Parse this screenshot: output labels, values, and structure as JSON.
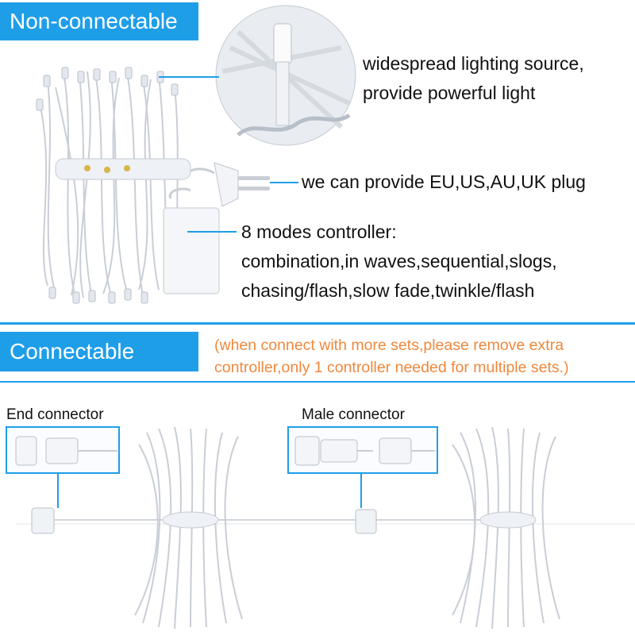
{
  "top_section": {
    "tag_label": "Non-connectable",
    "light_source_text": [
      "widespread lighting source,",
      "provide powerful light"
    ],
    "plug_text": "we can provide EU,US,AU,UK plug",
    "controller_text": [
      "8 modes controller:",
      "combination,in waves,sequential,slogs,",
      "chasing/flash,slow fade,twinkle/flash"
    ]
  },
  "bottom_section": {
    "tag_label": "Connectable",
    "note_lines": [
      "(when connect with more sets,please remove extra",
      "controller,only 1 controller needed for multiple sets.)"
    ],
    "end_connector_label": "End connector",
    "male_connector_label": "Male connector"
  },
  "colors": {
    "accent_blue": "#1f9ee8",
    "note_orange": "#f0883c"
  }
}
